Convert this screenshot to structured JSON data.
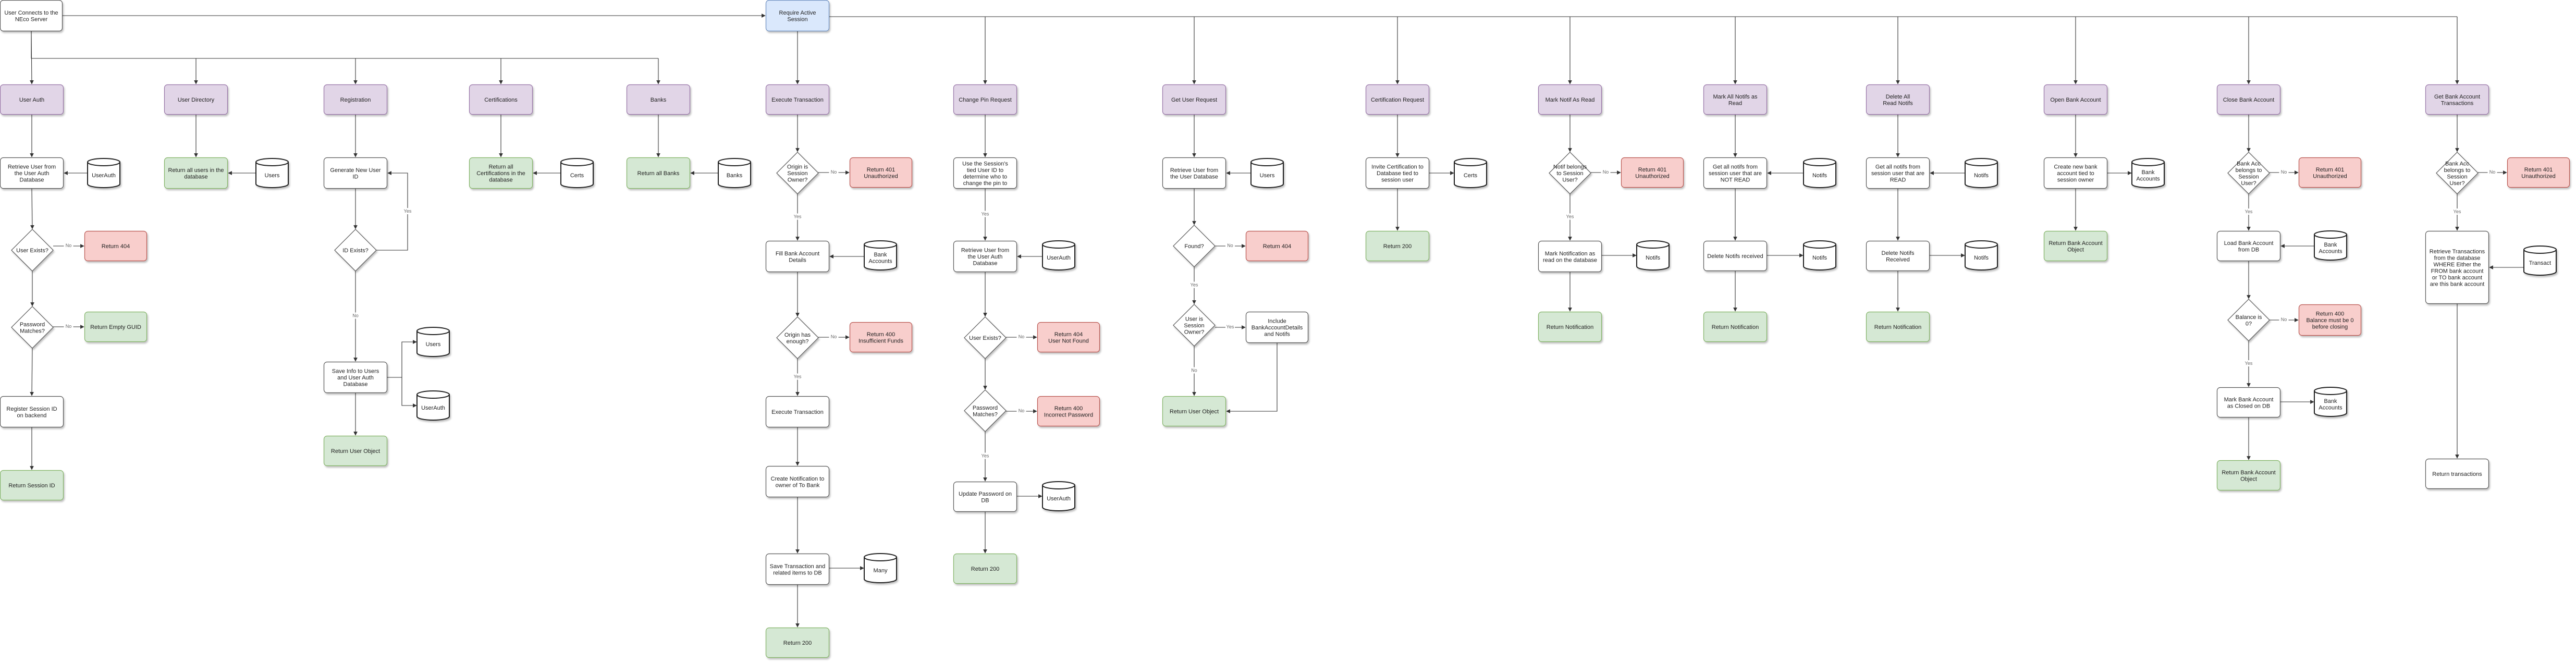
{
  "colors": {
    "plain_fill": "#ffffff",
    "plain_stroke": "#555555",
    "purple_fill": "#e1d5e7",
    "purple_stroke": "#9673a6",
    "blue_fill": "#dae8fc",
    "blue_stroke": "#6c8ebf",
    "green_fill": "#d5e8d4",
    "green_stroke": "#82b366",
    "red_fill": "#f8cecc",
    "red_stroke": "#b85450",
    "edge": "#333333"
  },
  "nodes": [
    {
      "id": "start",
      "kind": "plain",
      "text": [
        "User Connects to the",
        "NEco Server"
      ]
    },
    {
      "id": "session",
      "kind": "blue",
      "text": [
        "Require Active",
        "Session"
      ]
    },
    {
      "id": "ua",
      "kind": "purple",
      "text": [
        "User Auth"
      ]
    },
    {
      "id": "ua_ret",
      "kind": "plain",
      "text": [
        "Retrieve User from",
        "the User Auth",
        "Database"
      ]
    },
    {
      "id": "ua_db",
      "kind": "db",
      "text": [
        "UserAuth"
      ]
    },
    {
      "id": "ua_d1",
      "kind": "diamond",
      "text": [
        "User Exists?"
      ]
    },
    {
      "id": "ua_404",
      "kind": "red",
      "text": [
        "Return 404"
      ]
    },
    {
      "id": "ua_d2",
      "kind": "diamond",
      "text": [
        "Password",
        "Matches?"
      ]
    },
    {
      "id": "ua_guid",
      "kind": "green",
      "text": [
        "Return Empty GUID"
      ]
    },
    {
      "id": "ua_reg",
      "kind": "plain",
      "text": [
        "Register Session ID",
        "on backend"
      ]
    },
    {
      "id": "ua_sid",
      "kind": "green",
      "text": [
        "Return Session ID"
      ]
    },
    {
      "id": "ud",
      "kind": "purple",
      "text": [
        "User Directory"
      ]
    },
    {
      "id": "ud_ret",
      "kind": "green",
      "text": [
        "Return all users in the",
        "database"
      ]
    },
    {
      "id": "ud_db",
      "kind": "db",
      "text": [
        "Users"
      ]
    },
    {
      "id": "rg",
      "kind": "purple",
      "text": [
        "Registration"
      ]
    },
    {
      "id": "rg_gen",
      "kind": "plain",
      "text": [
        "Generate New User",
        "ID"
      ]
    },
    {
      "id": "rg_d",
      "kind": "diamond",
      "text": [
        "ID Exists?"
      ]
    },
    {
      "id": "rg_save",
      "kind": "plain",
      "text": [
        "Save Info to Users",
        "and User Auth",
        "Database"
      ]
    },
    {
      "id": "rg_db1",
      "kind": "db",
      "text": [
        "Users"
      ]
    },
    {
      "id": "rg_db2",
      "kind": "db",
      "text": [
        "UserAuth"
      ]
    },
    {
      "id": "rg_ret",
      "kind": "green",
      "text": [
        "Return User Object"
      ]
    },
    {
      "id": "ce",
      "kind": "purple",
      "text": [
        "Certifications"
      ]
    },
    {
      "id": "ce_ret",
      "kind": "green",
      "text": [
        "Return all",
        "Certifications in the",
        "database"
      ]
    },
    {
      "id": "ce_db",
      "kind": "db",
      "text": [
        "Certs"
      ]
    },
    {
      "id": "bk",
      "kind": "purple",
      "text": [
        "Banks"
      ]
    },
    {
      "id": "bk_ret",
      "kind": "green",
      "text": [
        "Return all Banks"
      ]
    },
    {
      "id": "bk_db",
      "kind": "db",
      "text": [
        "Banks"
      ]
    },
    {
      "id": "et",
      "kind": "purple",
      "text": [
        "Execute Transaction"
      ]
    },
    {
      "id": "et_d1",
      "kind": "diamond",
      "text": [
        "Origin is",
        "Session",
        "Owner?"
      ]
    },
    {
      "id": "et_401",
      "kind": "red",
      "text": [
        "Return 401",
        "Unauthorized"
      ]
    },
    {
      "id": "et_fill",
      "kind": "plain",
      "text": [
        "Fill Bank Account",
        "Details"
      ]
    },
    {
      "id": "et_db1",
      "kind": "db",
      "text": [
        "Bank",
        "Accounts"
      ]
    },
    {
      "id": "et_d2",
      "kind": "diamond",
      "text": [
        "Origin has",
        "enough?"
      ]
    },
    {
      "id": "et_400",
      "kind": "red",
      "text": [
        "Return 400",
        "Insufficient Funds"
      ]
    },
    {
      "id": "et_exec",
      "kind": "plain",
      "text": [
        "Execute Transaction"
      ]
    },
    {
      "id": "et_notif",
      "kind": "plain",
      "text": [
        "Create Notification to",
        "owner of To Bank"
      ]
    },
    {
      "id": "et_save",
      "kind": "plain",
      "text": [
        "Save Transaction and",
        "related items to DB"
      ]
    },
    {
      "id": "et_db2",
      "kind": "db",
      "text": [
        "Many"
      ]
    },
    {
      "id": "et_200",
      "kind": "green",
      "text": [
        "Return 200"
      ]
    },
    {
      "id": "cp",
      "kind": "purple",
      "text": [
        "Change Pin Request"
      ]
    },
    {
      "id": "cp_use",
      "kind": "plain",
      "text": [
        "Use the Session's",
        "tied User ID to",
        "determine who to",
        "change the pin to"
      ]
    },
    {
      "id": "cp_ret",
      "kind": "plain",
      "text": [
        "Retrieve User from",
        "the User Auth",
        "Database"
      ]
    },
    {
      "id": "cp_db1",
      "kind": "db",
      "text": [
        "UserAuth"
      ]
    },
    {
      "id": "cp_d1",
      "kind": "diamond",
      "text": [
        "User Exists?"
      ]
    },
    {
      "id": "cp_404",
      "kind": "red",
      "text": [
        "Return 404",
        "User Not Found"
      ]
    },
    {
      "id": "cp_d2",
      "kind": "diamond",
      "text": [
        "Password",
        "Matches?"
      ]
    },
    {
      "id": "cp_400",
      "kind": "red",
      "text": [
        "Return 400",
        "Incorrect Password"
      ]
    },
    {
      "id": "cp_upd",
      "kind": "plain",
      "text": [
        "Update Password on",
        "DB"
      ]
    },
    {
      "id": "cp_db2",
      "kind": "db",
      "text": [
        "UserAuth"
      ]
    },
    {
      "id": "cp_200",
      "kind": "green",
      "text": [
        "Return 200"
      ]
    },
    {
      "id": "gu",
      "kind": "purple",
      "text": [
        "Get User Request"
      ]
    },
    {
      "id": "gu_ret",
      "kind": "plain",
      "text": [
        "Retrieve User from",
        "the User Database"
      ]
    },
    {
      "id": "gu_db",
      "kind": "db",
      "text": [
        "Users"
      ]
    },
    {
      "id": "gu_d1",
      "kind": "diamond",
      "text": [
        "Found?"
      ]
    },
    {
      "id": "gu_404",
      "kind": "red",
      "text": [
        "Return 404"
      ]
    },
    {
      "id": "gu_d2",
      "kind": "diamond",
      "text": [
        "User is",
        "Session",
        "Owner?"
      ]
    },
    {
      "id": "gu_inc",
      "kind": "plain",
      "text": [
        "Include",
        "BankAccountDetails",
        "and Notifs"
      ]
    },
    {
      "id": "gu_obj",
      "kind": "green",
      "text": [
        "Return User Object"
      ]
    },
    {
      "id": "cr",
      "kind": "purple",
      "text": [
        "Certification Request"
      ]
    },
    {
      "id": "cr_inv",
      "kind": "plain",
      "text": [
        "Invite Certification to",
        "Database tied to",
        "session user"
      ]
    },
    {
      "id": "cr_db",
      "kind": "db",
      "text": [
        "Certs"
      ]
    },
    {
      "id": "cr_200",
      "kind": "green",
      "text": [
        "Return 200"
      ]
    },
    {
      "id": "mr",
      "kind": "purple",
      "text": [
        "Mark Notif As Read"
      ]
    },
    {
      "id": "mr_d",
      "kind": "diamond",
      "text": [
        "Notif belongs",
        "to Session",
        "User?"
      ]
    },
    {
      "id": "mr_401",
      "kind": "red",
      "text": [
        "Return 401",
        "Unauthorized"
      ]
    },
    {
      "id": "mr_mark",
      "kind": "plain",
      "text": [
        "Mark Notification as",
        "read on the database"
      ]
    },
    {
      "id": "mr_db",
      "kind": "db",
      "text": [
        "Notifs"
      ]
    },
    {
      "id": "mr_ret",
      "kind": "green",
      "text": [
        "Return Notification"
      ]
    },
    {
      "id": "ma",
      "kind": "purple",
      "text": [
        "Mark All Notifs as",
        "Read"
      ]
    },
    {
      "id": "ma_get",
      "kind": "plain",
      "text": [
        "Get all notifs from",
        "session user that are",
        "NOT READ"
      ]
    },
    {
      "id": "ma_db1",
      "kind": "db",
      "text": [
        "Notifs"
      ]
    },
    {
      "id": "ma_del",
      "kind": "plain",
      "text": [
        "Delete Notifs received"
      ]
    },
    {
      "id": "ma_db2",
      "kind": "db",
      "text": [
        "Notifs"
      ]
    },
    {
      "id": "ma_ret",
      "kind": "green",
      "text": [
        "Return Notification"
      ]
    },
    {
      "id": "da",
      "kind": "purple",
      "text": [
        "Delete All",
        "Read Notifs"
      ]
    },
    {
      "id": "da_get",
      "kind": "plain",
      "text": [
        "Get all notifs from",
        "session user that are",
        "READ"
      ]
    },
    {
      "id": "da_db1",
      "kind": "db",
      "text": [
        "Notifs"
      ]
    },
    {
      "id": "da_del",
      "kind": "plain",
      "text": [
        "Delete Notifs",
        "Received"
      ]
    },
    {
      "id": "da_db2",
      "kind": "db",
      "text": [
        "Notifs"
      ]
    },
    {
      "id": "da_ret",
      "kind": "green",
      "text": [
        "Return Notification"
      ]
    },
    {
      "id": "ob",
      "kind": "purple",
      "text": [
        "Open Bank Account"
      ]
    },
    {
      "id": "ob_cre",
      "kind": "plain",
      "text": [
        "Create new bank",
        "account tied to",
        "session owner"
      ]
    },
    {
      "id": "ob_db",
      "kind": "db",
      "text": [
        "Bank",
        "Accounts"
      ]
    },
    {
      "id": "ob_ret",
      "kind": "green",
      "text": [
        "Return Bank Account",
        "Object"
      ]
    },
    {
      "id": "cb",
      "kind": "purple",
      "text": [
        "Close Bank Account"
      ]
    },
    {
      "id": "cb_d1",
      "kind": "diamond",
      "text": [
        "Bank Acc",
        "belongs to",
        "Session",
        "User?"
      ]
    },
    {
      "id": "cb_401",
      "kind": "red",
      "text": [
        "Return 401",
        "Unauthorized"
      ]
    },
    {
      "id": "cb_load",
      "kind": "plain",
      "text": [
        "Load Bank Account",
        "from DB"
      ]
    },
    {
      "id": "cb_db1",
      "kind": "db",
      "text": [
        "Bank",
        "Accounts"
      ]
    },
    {
      "id": "cb_d2",
      "kind": "diamond",
      "text": [
        "Balance is",
        "0?"
      ]
    },
    {
      "id": "cb_400",
      "kind": "red",
      "text": [
        "Return 400",
        "Balance must be 0",
        "before closing"
      ]
    },
    {
      "id": "cb_mark",
      "kind": "plain",
      "text": [
        "Mark Bank Account",
        "as Closed on DB"
      ]
    },
    {
      "id": "cb_db2",
      "kind": "db",
      "text": [
        "Bank",
        "Accounts"
      ]
    },
    {
      "id": "cb_ret",
      "kind": "green",
      "text": [
        "Return Bank Account",
        "Object"
      ]
    },
    {
      "id": "gb",
      "kind": "purple",
      "text": [
        "Get Bank Account",
        "Transactions"
      ]
    },
    {
      "id": "gb_d",
      "kind": "diamond",
      "text": [
        "Bank Acc",
        "belongs to",
        "Session",
        "User?"
      ]
    },
    {
      "id": "gb_401",
      "kind": "red",
      "text": [
        "Return 401",
        "Unauthorized"
      ]
    },
    {
      "id": "gb_ret",
      "kind": "plain",
      "text": [
        "Retrieve Transactions",
        "from the database",
        "WHERE Either the",
        "FROM bank account",
        "or TO bank account",
        "are this bank account"
      ]
    },
    {
      "id": "gb_db",
      "kind": "db",
      "text": [
        "Transact"
      ]
    },
    {
      "id": "gb_out",
      "kind": "plain",
      "text": [
        "Return transactions"
      ]
    }
  ],
  "edges": [
    {
      "from": "ua_d1",
      "to": "ua_404",
      "label": "No"
    },
    {
      "from": "ua_d2",
      "to": "ua_guid",
      "label": "No"
    },
    {
      "from": "rg_d",
      "to": "rg_gen",
      "label": "Yes"
    },
    {
      "from": "rg_d",
      "to": "rg_save",
      "label": "No"
    },
    {
      "from": "et_d1",
      "to": "et_401",
      "label": "No"
    },
    {
      "from": "et_d1",
      "to": "et_fill",
      "label": "Yes"
    },
    {
      "from": "et_d2",
      "to": "et_400",
      "label": "No"
    },
    {
      "from": "et_d2",
      "to": "et_exec",
      "label": "Yes"
    },
    {
      "from": "cp_use",
      "to": "cp_ret",
      "label": "Yes"
    },
    {
      "from": "cp_d1",
      "to": "cp_404",
      "label": "No"
    },
    {
      "from": "cp_d2",
      "to": "cp_400",
      "label": "No"
    },
    {
      "from": "cp_d2",
      "to": "cp_upd",
      "label": "Yes"
    },
    {
      "from": "gu_d1",
      "to": "gu_404",
      "label": "No"
    },
    {
      "from": "gu_d1",
      "to": "gu_d2",
      "label": "Yes"
    },
    {
      "from": "gu_d2",
      "to": "gu_inc",
      "label": "Yes"
    },
    {
      "from": "gu_d2",
      "to": "gu_obj",
      "label": "No"
    },
    {
      "from": "mr_d",
      "to": "mr_401",
      "label": "No"
    },
    {
      "from": "mr_d",
      "to": "mr_mark",
      "label": "Yes"
    },
    {
      "from": "cb_d1",
      "to": "cb_401",
      "label": "No"
    },
    {
      "from": "cb_d1",
      "to": "cb_load",
      "label": "Yes"
    },
    {
      "from": "cb_d2",
      "to": "cb_400",
      "label": "No"
    },
    {
      "from": "cb_d2",
      "to": "cb_mark",
      "label": "Yes"
    },
    {
      "from": "gb_d",
      "to": "gb_401",
      "label": "No"
    },
    {
      "from": "gb_d",
      "to": "gb_ret",
      "label": "Yes"
    }
  ]
}
